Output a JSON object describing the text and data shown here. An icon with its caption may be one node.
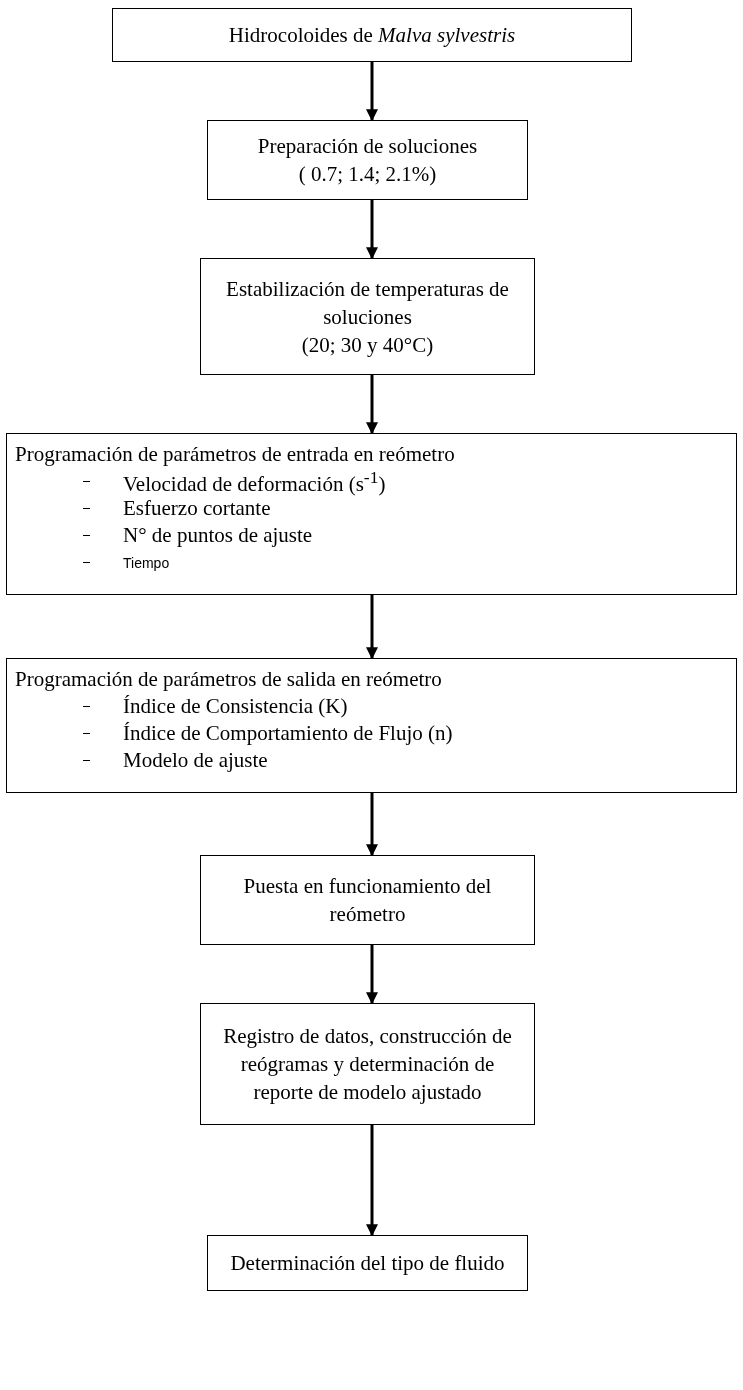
{
  "diagram": {
    "nodes": [
      {
        "text": [
          "Hidrocoloides de *Malva sylvestris*"
        ]
      },
      {
        "text": [
          "Preparación de soluciones",
          "( 0.7; 1.4; 2.1%)"
        ]
      },
      {
        "text": [
          "Estabilización de temperaturas de soluciones",
          "(20; 30 y 40°C)"
        ]
      },
      {
        "text": [
          "Programación de parámetros de entrada en reómetro",
          "Velocidad de deformación (s$^{-1}$)",
          "Esfuerzo cortante",
          "N° de puntos de ajuste",
          "Tiempo"
        ]
      },
      {
        "text": [
          "Programación de parámetros de salida en reómetro",
          "Índice de Consistencia (K)",
          "Índice de Comportamiento de Flujo (n)",
          "Modelo de ajuste"
        ]
      },
      {
        "text": [
          "Puesta en funcionamiento del reómetro"
        ]
      },
      {
        "text": [
          "Registro de datos, construcción de reógramas  y determinación de reporte de modelo ajustado"
        ]
      },
      {
        "text": [
          "Determinación del tipo de fluido"
        ]
      }
    ],
    "edges": [
      {
        "from": 0,
        "to": 1,
        "arrow": "to"
      },
      {
        "from": 1,
        "to": 2,
        "arrow": "to"
      },
      {
        "from": 2,
        "to": 3,
        "arrow": "to"
      },
      {
        "from": 3,
        "to": 4,
        "arrow": "to"
      },
      {
        "from": 4,
        "to": 5,
        "arrow": "to"
      },
      {
        "from": 5,
        "to": 6,
        "arrow": "to"
      },
      {
        "from": 6,
        "to": 7,
        "arrow": "to"
      }
    ]
  }
}
